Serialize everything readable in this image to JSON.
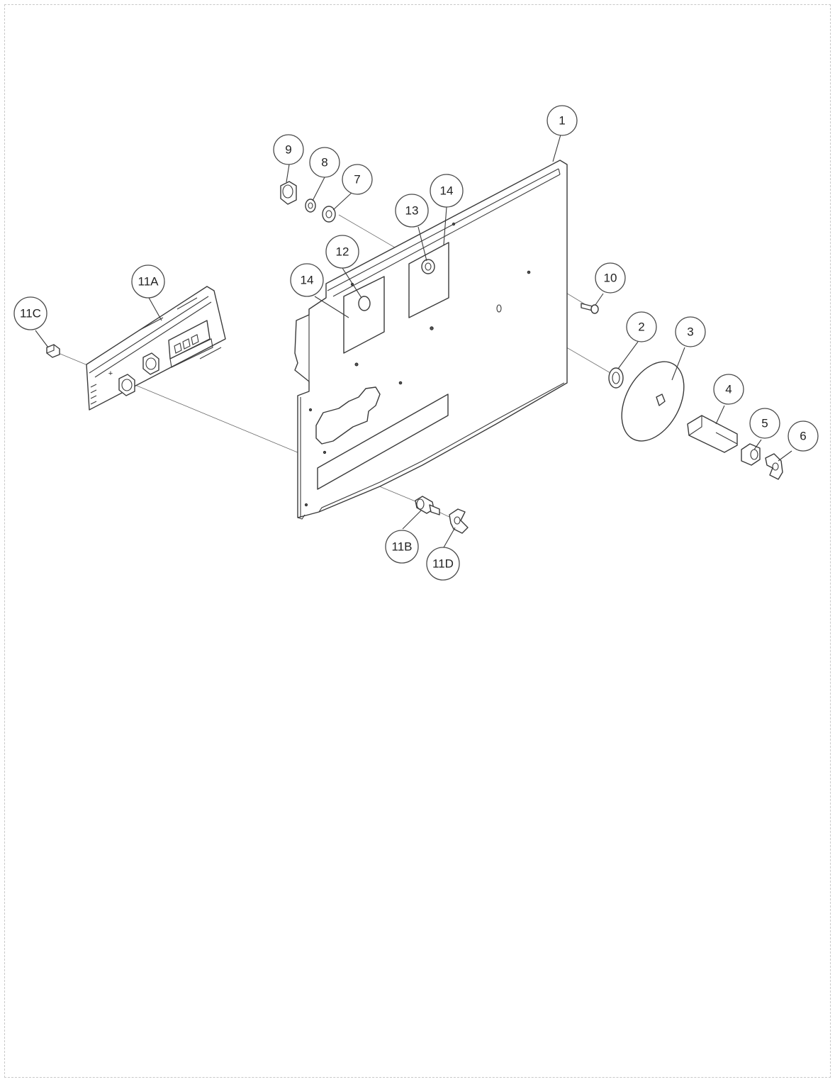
{
  "diagram": {
    "callouts": [
      {
        "id": "1",
        "label": "1"
      },
      {
        "id": "2",
        "label": "2"
      },
      {
        "id": "3",
        "label": "3"
      },
      {
        "id": "4",
        "label": "4"
      },
      {
        "id": "5",
        "label": "5"
      },
      {
        "id": "6",
        "label": "6"
      },
      {
        "id": "7",
        "label": "7"
      },
      {
        "id": "8",
        "label": "8"
      },
      {
        "id": "9",
        "label": "9"
      },
      {
        "id": "10",
        "label": "10"
      },
      {
        "id": "11A",
        "label": "11A"
      },
      {
        "id": "11B",
        "label": "11B"
      },
      {
        "id": "11C",
        "label": "11C"
      },
      {
        "id": "11D",
        "label": "11D"
      },
      {
        "id": "12",
        "label": "12"
      },
      {
        "id": "13",
        "label": "13"
      },
      {
        "id": "14a",
        "label": "14"
      },
      {
        "id": "14b",
        "label": "14"
      }
    ]
  }
}
